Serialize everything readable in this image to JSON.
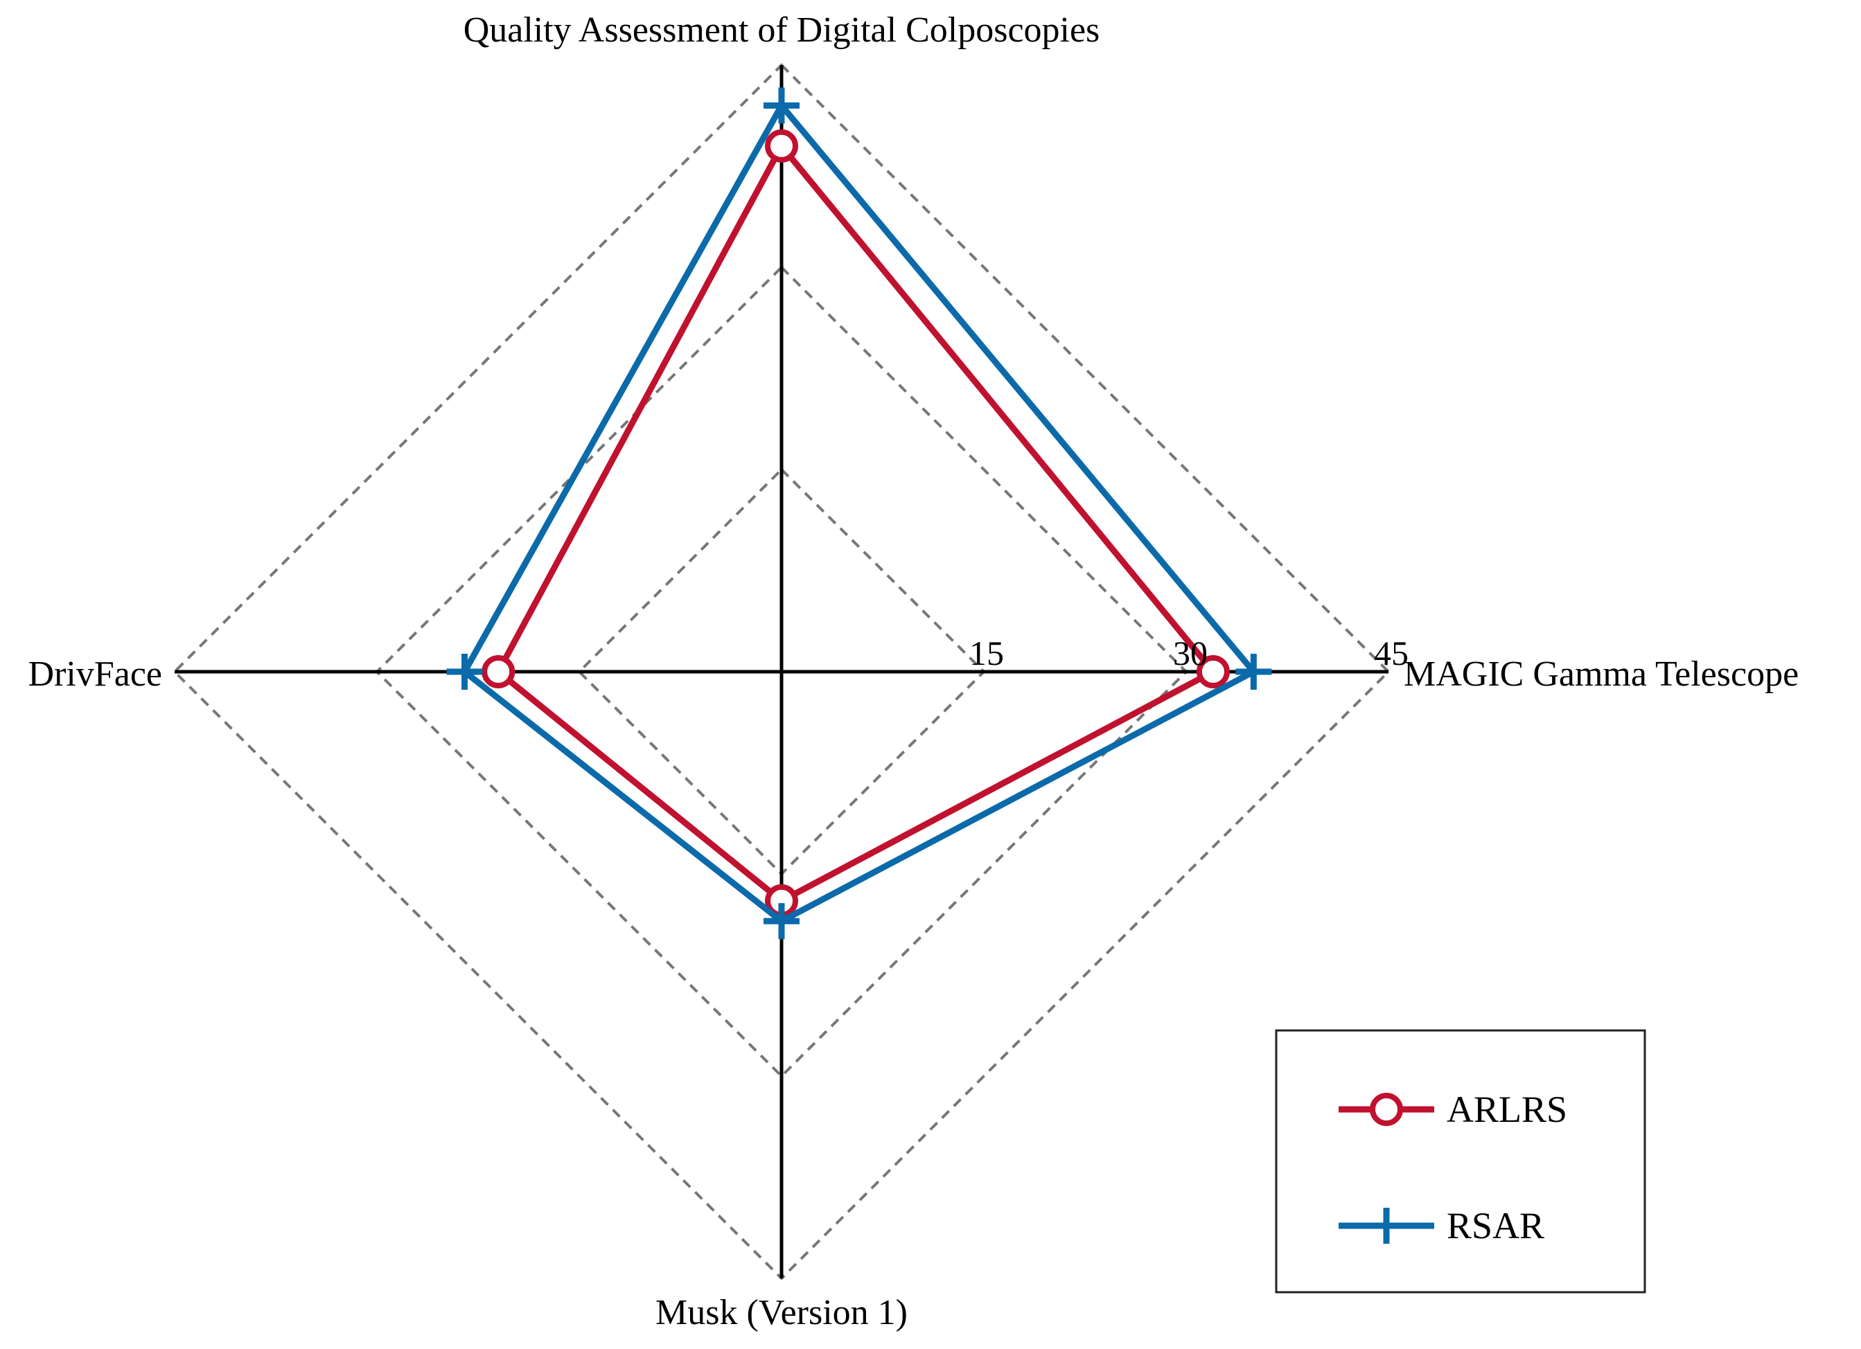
{
  "chart_data": {
    "type": "radar",
    "axes": [
      "Quality Assessment of Digital Colposcopies",
      "MAGIC Gamma Telescope",
      "Musk (Version 1)",
      "DrivFace"
    ],
    "ticks": [
      "15",
      "30",
      "45"
    ],
    "rlim": [
      0,
      45
    ],
    "grid": true,
    "legend_position": "bottom-right",
    "series": [
      {
        "name": "ARLRS",
        "values": [
          39,
          32,
          17,
          21
        ],
        "color": "#C0112F",
        "marker": "circle"
      },
      {
        "name": "RSAR",
        "values": [
          42,
          35,
          18.5,
          23.5
        ],
        "color": "#0B6AAA",
        "marker": "plus"
      }
    ]
  }
}
